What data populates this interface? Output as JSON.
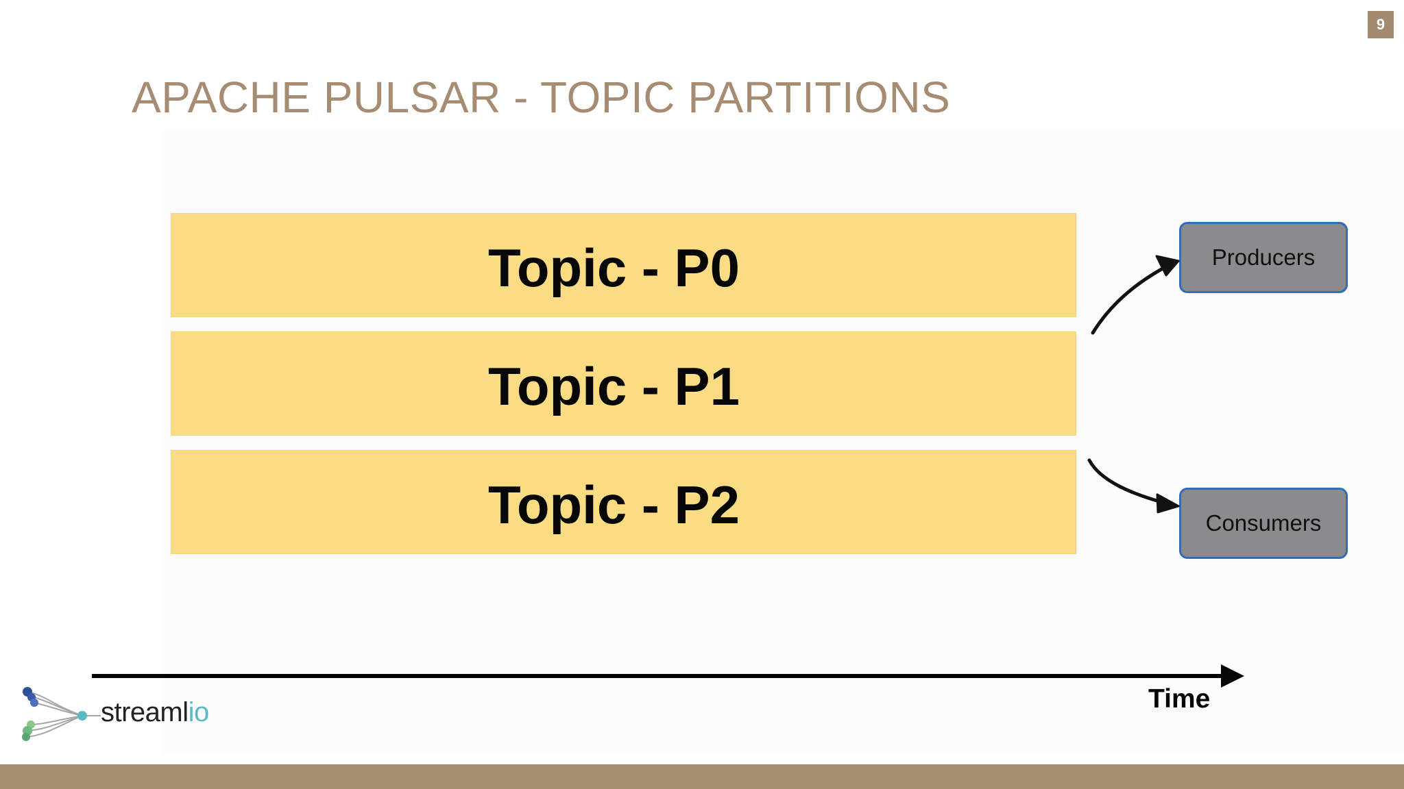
{
  "slide": {
    "page_number": "9",
    "title": "APACHE PULSAR - TOPIC PARTITIONS"
  },
  "partitions": [
    {
      "label": "Topic - P0"
    },
    {
      "label": "Topic - P1"
    },
    {
      "label": "Topic - P2"
    }
  ],
  "roles": {
    "producers": "Producers",
    "consumers": "Consumers"
  },
  "timeline": {
    "label": "Time"
  },
  "logo": {
    "text_main": "streaml",
    "text_accent": "io",
    "accent_color": "#58bac7"
  },
  "colors": {
    "title": "#a58c72",
    "partition_fill": "#fbdc82",
    "role_fill": "#8b8b8d",
    "role_border": "#2f6db5",
    "footer": "#a58b70"
  }
}
